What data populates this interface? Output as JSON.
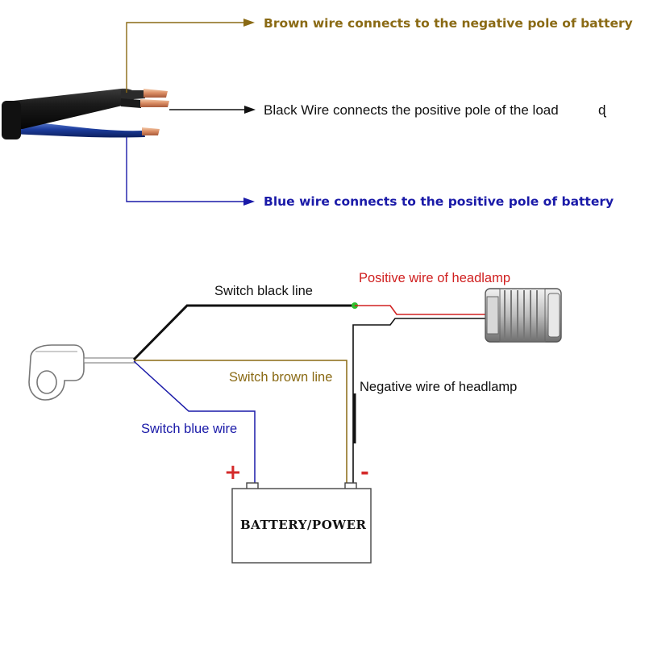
{
  "colors": {
    "brown": "#8a6a14",
    "black": "#111111",
    "blue": "#1a1aa8",
    "red": "#d02020",
    "text_dark": "#1a1a1a",
    "wire_grey": "#888888",
    "marker_green": "#2fbf2f",
    "sign_red": "#d42a2a"
  },
  "top_section": {
    "brown_label": "Brown wire connects to the negative pole of battery",
    "black_label": "Black Wire connects the positive pole of the load",
    "black_label_suffix": "ɖ",
    "blue_label": "Blue wire connects to the positive pole of battery"
  },
  "wiring_diagram": {
    "switch_black_line": "Switch black line",
    "positive_wire_headlamp": "Positive wire of headlamp",
    "switch_brown_line": "Switch brown line",
    "negative_wire_headlamp": "Negative wire of headlamp",
    "switch_blue_wire": "Switch blue wire",
    "battery_label": "BATTERY/POWER",
    "plus_sign": "+",
    "minus_sign": "-"
  },
  "icons": {
    "cable": "cable-photo",
    "switch": "handlebar-switch-icon",
    "headlamp": "headlamp-icon",
    "battery": "battery-icon"
  }
}
